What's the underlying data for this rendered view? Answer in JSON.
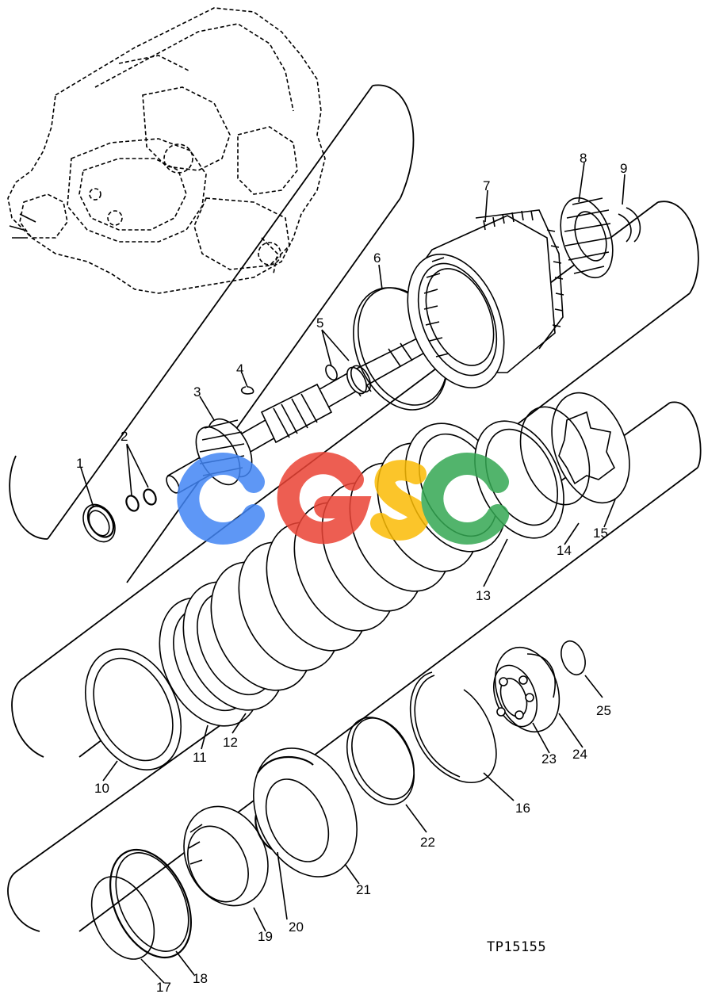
{
  "diagram": {
    "figure_id": "TP15155",
    "watermark": {
      "text": "CGSC",
      "colors": [
        "#4285F4",
        "#EA4335",
        "#FBBC05",
        "#34A853"
      ]
    },
    "callouts": [
      "1",
      "2",
      "3",
      "4",
      "5",
      "6",
      "7",
      "8",
      "9",
      "10",
      "11",
      "12",
      "13",
      "14",
      "15",
      "16",
      "17",
      "18",
      "19",
      "20",
      "21",
      "22",
      "23",
      "24",
      "25"
    ]
  }
}
